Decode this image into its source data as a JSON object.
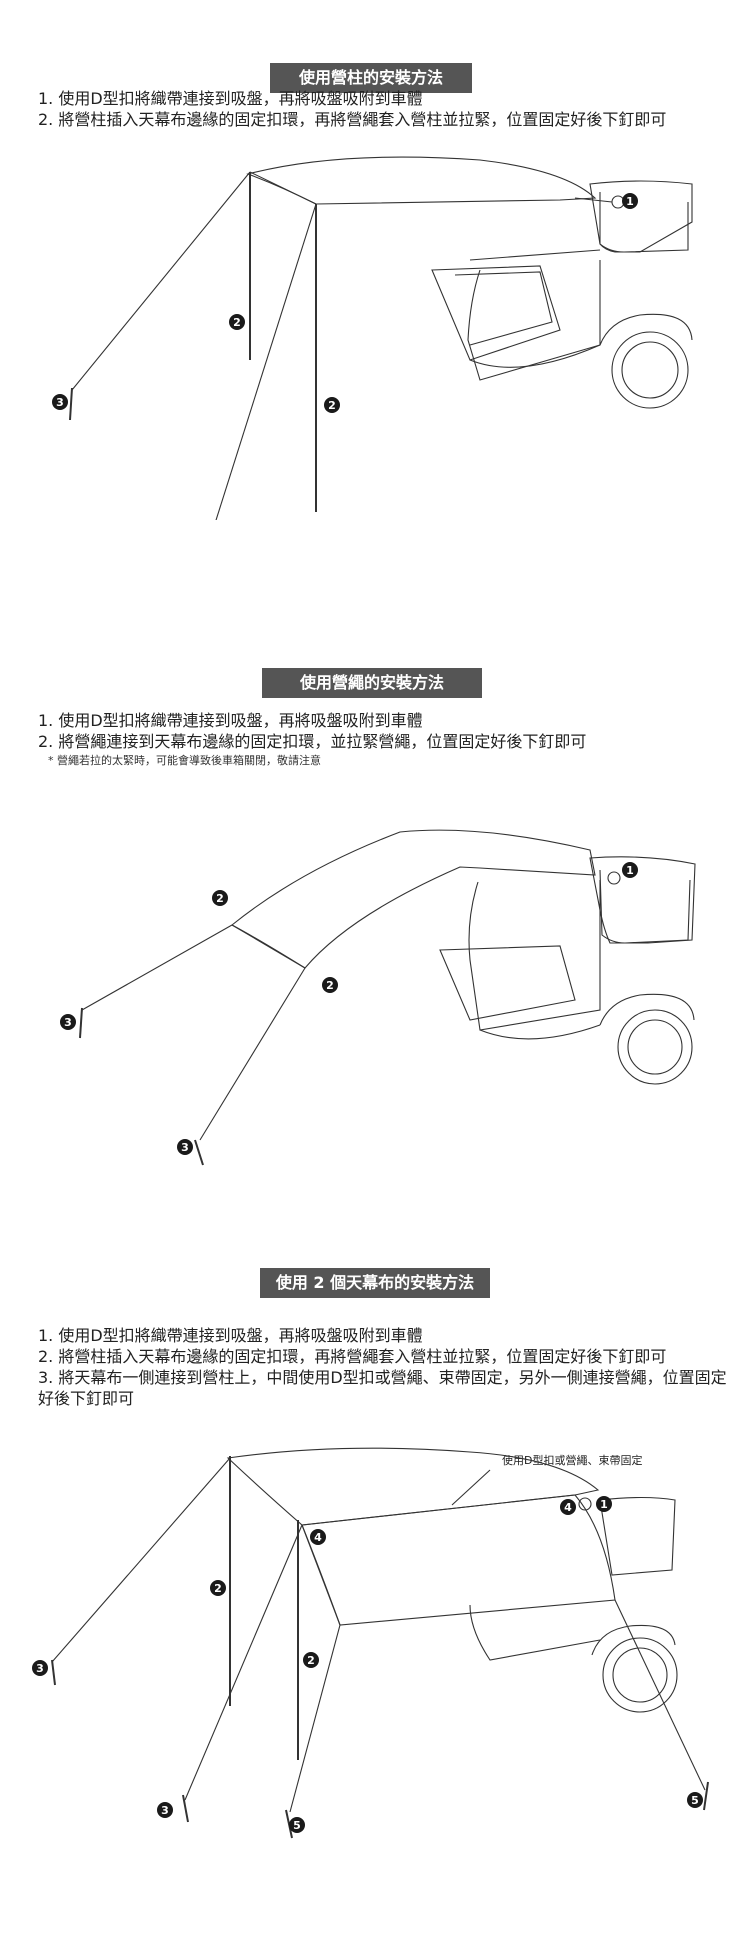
{
  "sections": [
    {
      "title": "使用營柱的安裝方法",
      "steps": [
        "1. 使用D型扣將織帶連接到吸盤，再將吸盤吸附到車體",
        "2. 將營柱插入天幕布邊緣的固定扣環，再將營繩套入營柱並拉緊，位置固定好後下釘即可"
      ]
    },
    {
      "title": "使用營繩的安裝方法",
      "steps": [
        "1. 使用D型扣將織帶連接到吸盤，再將吸盤吸附到車體",
        "2. 將營繩連接到天幕布邊緣的固定扣環，並拉緊營繩，位置固定好後下釘即可"
      ],
      "note": "* 營繩若拉的太緊時，可能會導致後車箱關閉，敬請注意"
    },
    {
      "title": "使用 2 個天幕布的安裝方法",
      "steps": [
        "1. 使用D型扣將織帶連接到吸盤，再將吸盤吸附到車體",
        "2. 將營柱插入天幕布邊緣的固定扣環，再將營繩套入營柱並拉緊，位置固定好後下釘即可",
        "3. 將天幕布一側連接到營柱上，中間使用D型扣或營繩、束帶固定，另外一側連接營繩，位置固定好後下釘即可"
      ],
      "callout": "使用D型扣或營繩、束帶固定"
    }
  ],
  "markers": [
    "1",
    "2",
    "3",
    "4",
    "5"
  ],
  "colors": {
    "title_bg": "#555555",
    "title_text": "#ffffff",
    "line": "#333333",
    "marker": "#1a1a1a"
  }
}
